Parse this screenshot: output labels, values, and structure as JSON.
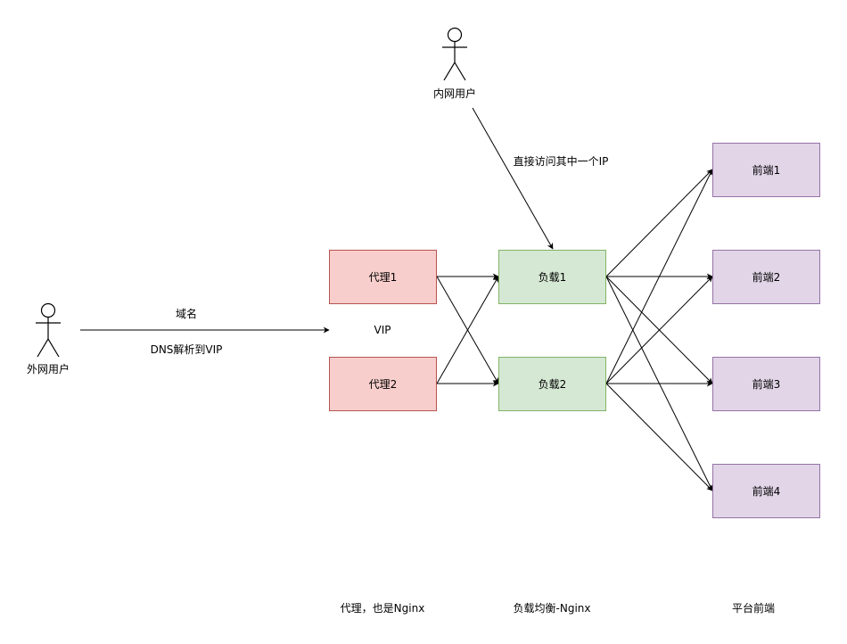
{
  "actors": {
    "internal_user": "内网用户",
    "external_user": "外网用户"
  },
  "edges": {
    "direct_ip": "直接访问其中一个IP",
    "domain": "域名",
    "dns": "DNS解析到VIP"
  },
  "vip": "VIP",
  "proxies": [
    "代理1",
    "代理2"
  ],
  "load_balancers": [
    "负载1",
    "负载2"
  ],
  "frontends": [
    "前端1",
    "前端2",
    "前端3",
    "前端4"
  ],
  "tiers": {
    "proxy": "代理，也是Nginx",
    "lb": "负载均衡-Nginx",
    "frontend": "平台前端"
  },
  "colors": {
    "proxy_fill": "#f8cecc",
    "proxy_stroke": "#b85450",
    "lb_fill": "#d5e8d4",
    "lb_stroke": "#82b366",
    "frontend_fill": "#e1d5e7",
    "frontend_stroke": "#9673a6"
  }
}
